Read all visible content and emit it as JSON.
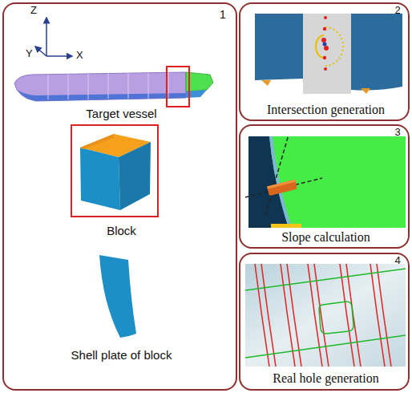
{
  "diagram": {
    "nodes": [
      {
        "text": [
          "1",
          "Target vessel",
          "Block",
          "Shell plate of block"
        ]
      },
      {
        "text": [
          "2",
          "Intersection generation"
        ]
      },
      {
        "text": [
          "3",
          "Slope calculation"
        ]
      },
      {
        "text": [
          "4",
          "Real hole generation"
        ]
      }
    ],
    "labels": [
      "Z",
      "Y",
      "X"
    ]
  }
}
